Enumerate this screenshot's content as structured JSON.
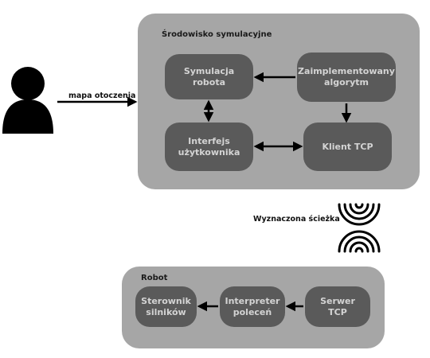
{
  "sim_env": {
    "title": "Środowisko symulacyjne",
    "nodes": {
      "robot_sim": "Symulacja robota",
      "algorithm": "Zaimplementowany\nalgorytm",
      "ui": "Interfejs\nużytkownika",
      "tcp_client": "Klient TCP"
    }
  },
  "robot": {
    "title": "Robot",
    "nodes": {
      "motor_controller": "Sterownik\nsilników",
      "cmd_interpreter": "Interpreter\npoleceń",
      "tcp_server": "Serwer TCP"
    }
  },
  "labels": {
    "env_map": "mapa otoczenia",
    "computed_path": "Wyznaczona ścieżka"
  },
  "icons": {
    "user": "person-icon",
    "signal_out": "wifi-signal-icon",
    "signal_in": "wifi-signal-icon"
  },
  "colors": {
    "container": "#a6a6a6",
    "node": "#5a5a5a",
    "node_text": "#d4d4d4",
    "edge": "#000000"
  }
}
